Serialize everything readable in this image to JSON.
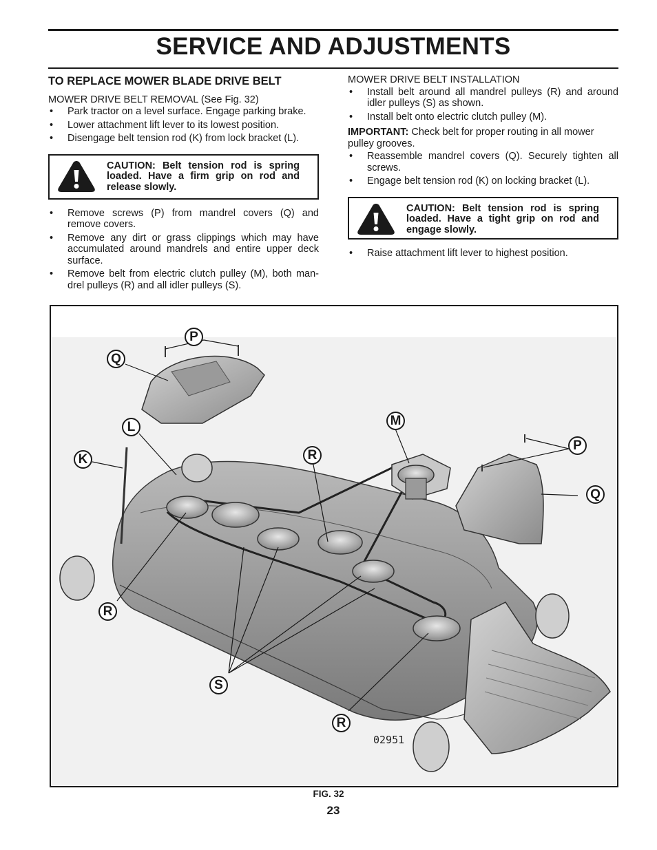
{
  "page": {
    "title": "SERVICE AND ADJUSTMENTS",
    "page_number": "23"
  },
  "left_column": {
    "heading": "TO REPLACE MOWER BLADE DRIVE BELT",
    "subheading": "MOWER DRIVE BELT REMOVAL  (See Fig. 32)",
    "bullets_before_caution": [
      "Park tractor on a level surface. Engage parking brake.",
      "Lower attachment lift lever to its lowest position.",
      "Disengage belt tension rod (K) from lock bracket (L)."
    ],
    "caution": "CAUTION: Belt tension rod is spring loaded. Have a firm grip on rod and release slowly.",
    "bullets_after_caution": [
      "Remove screws (P) from mandrel covers (Q) and remove covers.",
      "Remove any dirt or grass clippings which may have accumulated around mandrels and entire upper deck surface.",
      "Remove belt from electric clutch pulley (M), both man-drel pulleys (R) and all idler pulleys (S)."
    ]
  },
  "right_column": {
    "subheading": "MOWER DRIVE BELT INSTALLATION",
    "bullets_1": [
      "Install belt around all mandrel pulleys (R) and around idler pulleys (S) as shown.",
      "Install belt onto electric clutch pulley (M)."
    ],
    "important_label": "IMPORTANT:",
    "important_text": " Check belt for proper routing in all mower pulley grooves.",
    "bullets_2": [
      "Reassemble mandrel covers (Q). Securely tighten all screws.",
      "Engage belt tension rod (K) on locking bracket (L)."
    ],
    "caution": "CAUTION: Belt tension rod is spring loaded. Have a tight grip on rod and engage slowly.",
    "bullets_3": [
      "Raise attachment lift lever to highest position."
    ]
  },
  "figure": {
    "caption": "FIG. 32",
    "part_number": "02951",
    "callouts": {
      "p_top": "P",
      "q_left": "Q",
      "l": "L",
      "k": "K",
      "r_mid": "R",
      "m": "M",
      "p_right": "P",
      "q_right": "Q",
      "r_left": "R",
      "s": "S",
      "r_bottom": "R"
    }
  }
}
